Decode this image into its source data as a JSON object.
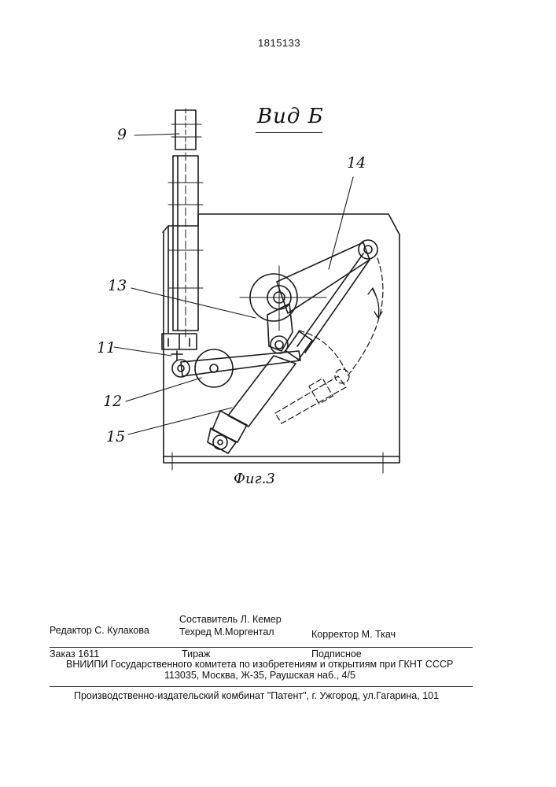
{
  "header": {
    "patent_number": "1815133"
  },
  "drawing": {
    "view_label": "Вид Б",
    "callouts": {
      "c9": "9",
      "c14": "14",
      "c13": "13",
      "c11": "11",
      "c12": "12",
      "c15": "15"
    },
    "figure_caption": "Фиг.3"
  },
  "imprint": {
    "compiler": "Составитель  Л. Кемер",
    "editor": "Редактор  С. Кулакова",
    "techred": "Техред М.Моргентал",
    "corrector": "Корректор  М. Ткач",
    "order": "Заказ  1611",
    "circulation": "Тираж",
    "subscription": "Подписное",
    "institute": "ВНИИПИ Государственного комитета по изобретениям и открытиям при ГКНТ СССР",
    "address": "113035, Москва, Ж-35, Раушская наб., 4/5",
    "publisher": "Производственно-издательский комбинат \"Патент\", г. Ужгород, ул.Гагарина, 101"
  }
}
